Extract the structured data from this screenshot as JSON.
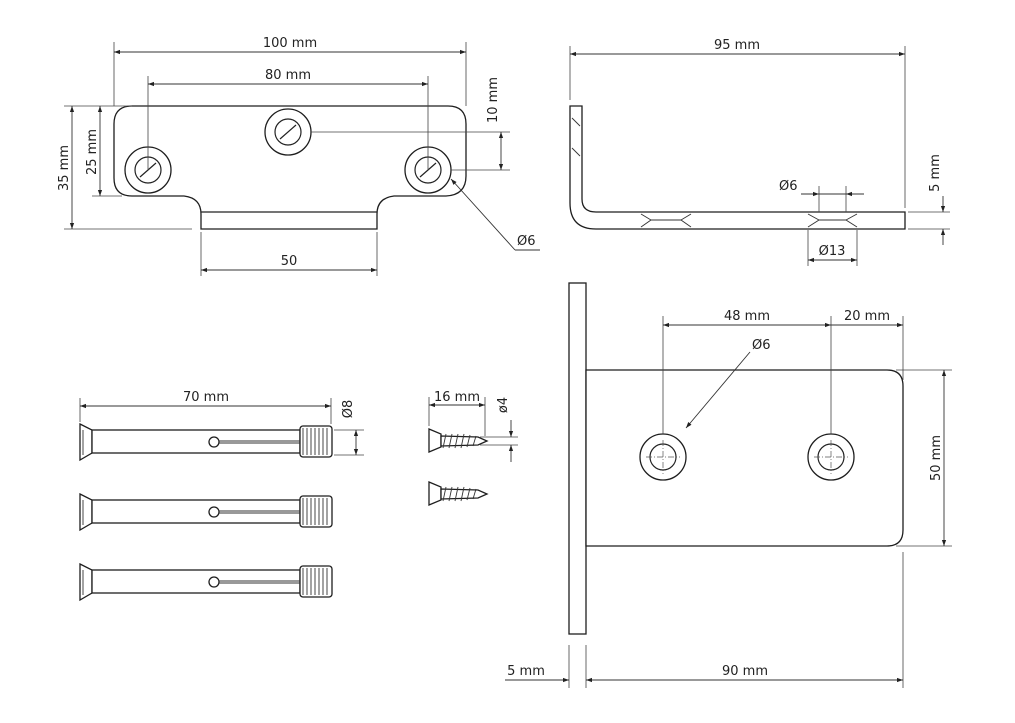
{
  "drawing": {
    "top_view": {
      "width_total": "100 mm",
      "hole_spacing": "80 mm",
      "height_total": "35 mm",
      "hole_height": "25 mm",
      "top_offset": "10 mm",
      "tab_width": "50",
      "hole_diameter": "Ø6"
    },
    "side_view": {
      "length": "95 mm",
      "thickness": "5 mm",
      "hole_diameter": "Ø6",
      "countersink_diameter": "Ø13"
    },
    "front_view": {
      "hole_spacing": "48 mm",
      "edge_offset": "20 mm",
      "hole_diameter": "Ø6",
      "plate_height": "50 mm",
      "plate_thickness": "5 mm",
      "projection": "90 mm"
    },
    "anchor_bolts": {
      "length": "70 mm",
      "diameter": "Ø8"
    },
    "screws": {
      "length": "16 mm",
      "diameter": "ø4"
    }
  }
}
